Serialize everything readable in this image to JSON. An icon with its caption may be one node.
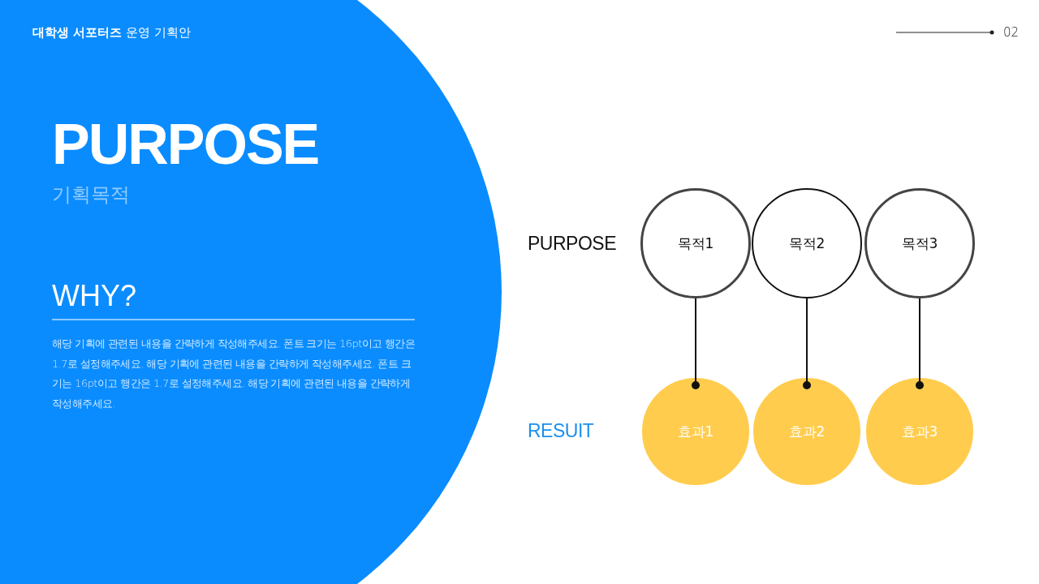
{
  "diagram": {
    "title": "PURPOSE",
    "nodes": [
      {
        "text": [
          "목적1"
        ]
      },
      {
        "text": [
          "목적2"
        ]
      },
      {
        "text": [
          "목적3"
        ]
      },
      {
        "text": [
          "효과1"
        ]
      },
      {
        "text": [
          "효과2"
        ]
      },
      {
        "text": [
          "효과3"
        ]
      }
    ],
    "edges": [
      {
        "from": 0,
        "to": 3,
        "arrow": "other"
      },
      {
        "from": 1,
        "to": 4,
        "arrow": "other"
      },
      {
        "from": 2,
        "to": 5,
        "arrow": "other"
      }
    ],
    "labels": [
      "**대학생 서포터즈** 운영 기획안",
      "02",
      "기획목적",
      "WHY?",
      "해당 기획에 관련된 내용을 간략하게 작성해주세요. 폰트 크기는 16pt이고 행간은 1.7로 설정해주세요. 해당 기획에 관련된 내용을 간략하게 작성해주세요. 폰트 크기는 16pt이고 행간은 1.7로 설정해주세요. 해당 기획에 관련된 내용을 간략하게 작성해주세요.",
      "PURPOSE",
      "RESUIT"
    ]
  }
}
